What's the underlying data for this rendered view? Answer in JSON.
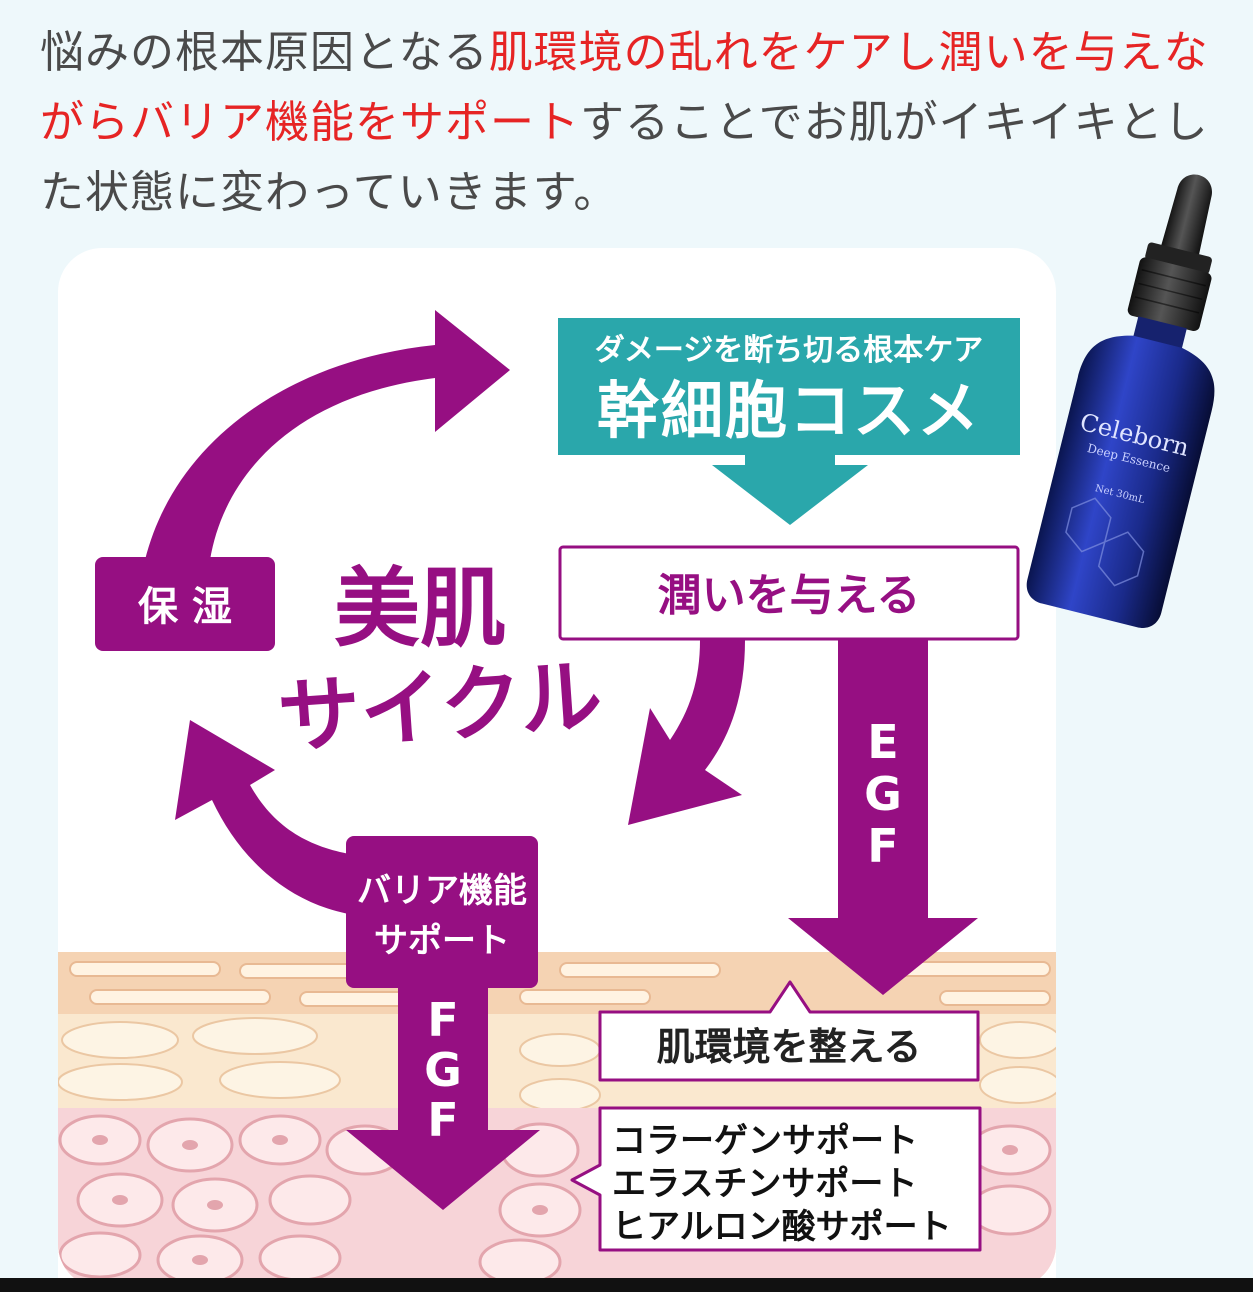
{
  "intro": {
    "seg1": "悩みの根本原因となる",
    "seg2": "肌環境の乱れをケアし潤いを与えながらバリア機能をサポート",
    "seg3": "することでお肌がイキイキとした状態に変わっていきます。"
  },
  "diagram": {
    "header_sub": "ダメージを断ち切る根本ケア",
    "header_main": "幹細胞コスメ",
    "uruoi_box": "潤いを与える",
    "hoshitsu": "保 湿",
    "cycle_title_1": "美肌",
    "cycle_title_2": "サイクル",
    "barrier_1": "バリア機能",
    "barrier_2": "サポート",
    "egf": [
      "E",
      "G",
      "F"
    ],
    "fgf": [
      "F",
      "G",
      "F"
    ],
    "skin_env": "肌環境を整える",
    "support_lines": [
      "コラーゲンサポート",
      "エラスチンサポート",
      "ヒアルロン酸サポート"
    ]
  },
  "bottle": {
    "brand": "Celeborn",
    "sub": "Deep Essence",
    "volume": "Net 30mL"
  },
  "colors": {
    "purple": "#960f82",
    "teal": "#2aa7ab",
    "red_text": "#e62424"
  }
}
